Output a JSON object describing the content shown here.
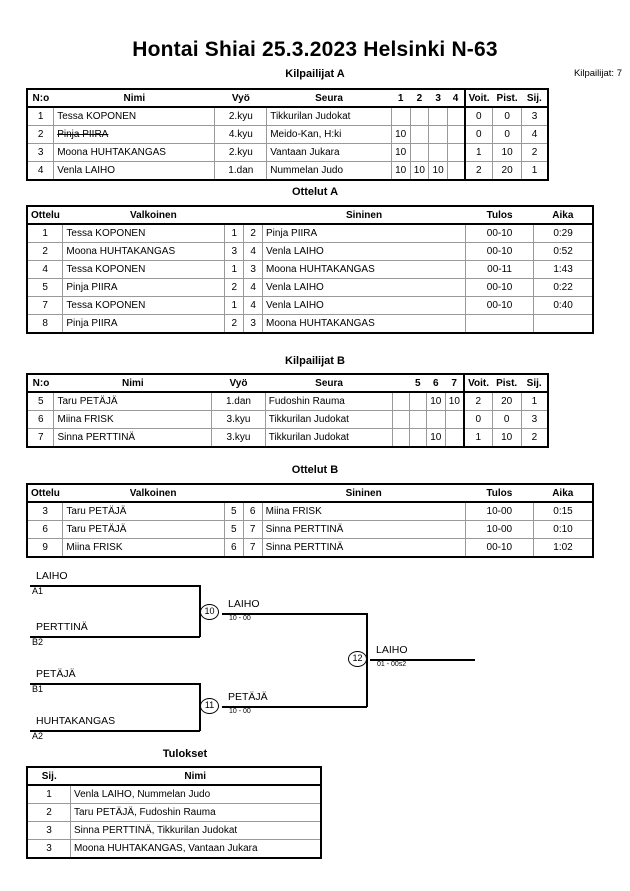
{
  "header": {
    "title": "Hontai Shiai  25.3.2023  Helsinki   N-63",
    "entrants_label": "Kilpailijat: 7"
  },
  "pool_a": {
    "title": "Kilpailijat A",
    "columns": [
      "N:o",
      "Nimi",
      "Vyö",
      "Seura",
      "1",
      "2",
      "3",
      "4",
      "Voit.",
      "Pist.",
      "Sij."
    ],
    "rows": [
      {
        "no": "1",
        "name": "Tessa KOPONEN",
        "withdrawn": false,
        "belt": "2.kyu",
        "club": "Tikkurilan Judokat",
        "s": [
          "",
          "",
          "",
          ""
        ],
        "wins": "0",
        "points": "0",
        "rank": "3"
      },
      {
        "no": "2",
        "name": "Pinja PIIRA",
        "withdrawn": true,
        "belt": "4.kyu",
        "club": "Meido-Kan, H:ki",
        "s": [
          "10",
          "",
          "",
          ""
        ],
        "wins": "0",
        "points": "0",
        "rank": "4"
      },
      {
        "no": "3",
        "name": "Moona HUHTAKANGAS",
        "withdrawn": false,
        "belt": "2.kyu",
        "club": "Vantaan Jukara",
        "s": [
          "10",
          "",
          "",
          ""
        ],
        "wins": "1",
        "points": "10",
        "rank": "2"
      },
      {
        "no": "4",
        "name": "Venla LAIHO",
        "withdrawn": false,
        "belt": "1.dan",
        "club": "Nummelan Judo",
        "s": [
          "10",
          "10",
          "10",
          ""
        ],
        "wins": "2",
        "points": "20",
        "rank": "1"
      }
    ]
  },
  "matches_a": {
    "title": "Ottelut A",
    "columns": [
      "Ottelu",
      "Valkoinen",
      "",
      "",
      "Sininen",
      "Tulos",
      "Aika"
    ],
    "rows": [
      {
        "no": "1",
        "white": "Tessa KOPONEN",
        "wn": "1",
        "bn": "2",
        "blue": "Pinja PIIRA",
        "result": "00-10",
        "time": "0:29"
      },
      {
        "no": "2",
        "white": "Moona HUHTAKANGAS",
        "wn": "3",
        "bn": "4",
        "blue": "Venla LAIHO",
        "result": "00-10",
        "time": "0:52"
      },
      {
        "no": "4",
        "white": "Tessa KOPONEN",
        "wn": "1",
        "bn": "3",
        "blue": "Moona HUHTAKANGAS",
        "result": "00-11",
        "time": "1:43"
      },
      {
        "no": "5",
        "white": "Pinja PIIRA",
        "wn": "2",
        "bn": "4",
        "blue": "Venla LAIHO",
        "result": "00-10",
        "time": "0:22"
      },
      {
        "no": "7",
        "white": "Tessa KOPONEN",
        "wn": "1",
        "bn": "4",
        "blue": "Venla LAIHO",
        "result": "00-10",
        "time": "0:40"
      },
      {
        "no": "8",
        "white": "Pinja PIIRA",
        "wn": "2",
        "bn": "3",
        "blue": "Moona HUHTAKANGAS",
        "result": "",
        "time": ""
      }
    ]
  },
  "pool_b": {
    "title": "Kilpailijat B",
    "columns": [
      "N:o",
      "Nimi",
      "Vyö",
      "Seura",
      "",
      "5",
      "6",
      "7",
      "Voit.",
      "Pist.",
      "Sij."
    ],
    "rows": [
      {
        "no": "5",
        "name": "Taru PETÄJÄ",
        "withdrawn": false,
        "belt": "1.dan",
        "club": "Fudoshin Rauma",
        "s": [
          "",
          "",
          "10",
          "10"
        ],
        "wins": "2",
        "points": "20",
        "rank": "1"
      },
      {
        "no": "6",
        "name": "Miina FRISK",
        "withdrawn": false,
        "belt": "3.kyu",
        "club": "Tikkurilan Judokat",
        "s": [
          "",
          "",
          "",
          ""
        ],
        "wins": "0",
        "points": "0",
        "rank": "3"
      },
      {
        "no": "7",
        "name": "Sinna PERTTINÄ",
        "withdrawn": false,
        "belt": "3.kyu",
        "club": "Tikkurilan Judokat",
        "s": [
          "",
          "",
          "10",
          ""
        ],
        "wins": "1",
        "points": "10",
        "rank": "2"
      }
    ]
  },
  "matches_b": {
    "title": "Ottelut B",
    "columns": [
      "Ottelu",
      "Valkoinen",
      "",
      "",
      "Sininen",
      "Tulos",
      "Aika"
    ],
    "rows": [
      {
        "no": "3",
        "white": "Taru PETÄJÄ",
        "wn": "5",
        "bn": "6",
        "blue": "Miina FRISK",
        "result": "10-00",
        "time": "0:15"
      },
      {
        "no": "6",
        "white": "Taru PETÄJÄ",
        "wn": "5",
        "bn": "7",
        "blue": "Sinna PERTTINÄ",
        "result": "10-00",
        "time": "0:10"
      },
      {
        "no": "9",
        "white": "Miina FRISK",
        "wn": "6",
        "bn": "7",
        "blue": "Sinna PERTTINÄ",
        "result": "00-10",
        "time": "1:02"
      }
    ]
  },
  "bracket": {
    "entries": [
      {
        "name": "LAIHO",
        "seed": "A1"
      },
      {
        "name": "PERTTINÄ",
        "seed": "B2"
      },
      {
        "name": "PETÄJÄ",
        "seed": "B1"
      },
      {
        "name": "HUHTAKANGAS",
        "seed": "A2"
      }
    ],
    "semifinal_top": {
      "node": "10",
      "winner": "LAIHO",
      "score": "10 - 00"
    },
    "semifinal_bottom": {
      "node": "11",
      "winner": "PETÄJÄ",
      "score": "10 - 00"
    },
    "final": {
      "node": "12",
      "winner": "LAIHO",
      "score": "01 - 00s2"
    }
  },
  "results": {
    "title": "Tulokset",
    "columns": [
      "Sij.",
      "Nimi"
    ],
    "rows": [
      {
        "rank": "1",
        "name": "Venla LAIHO, Nummelan Judo"
      },
      {
        "rank": "2",
        "name": "Taru PETÄJÄ, Fudoshin Rauma"
      },
      {
        "rank": "3",
        "name": "Sinna PERTTINÄ, Tikkurilan Judokat"
      },
      {
        "rank": "3",
        "name": "Moona HUHTAKANGAS, Vantaan Jukara"
      }
    ]
  }
}
